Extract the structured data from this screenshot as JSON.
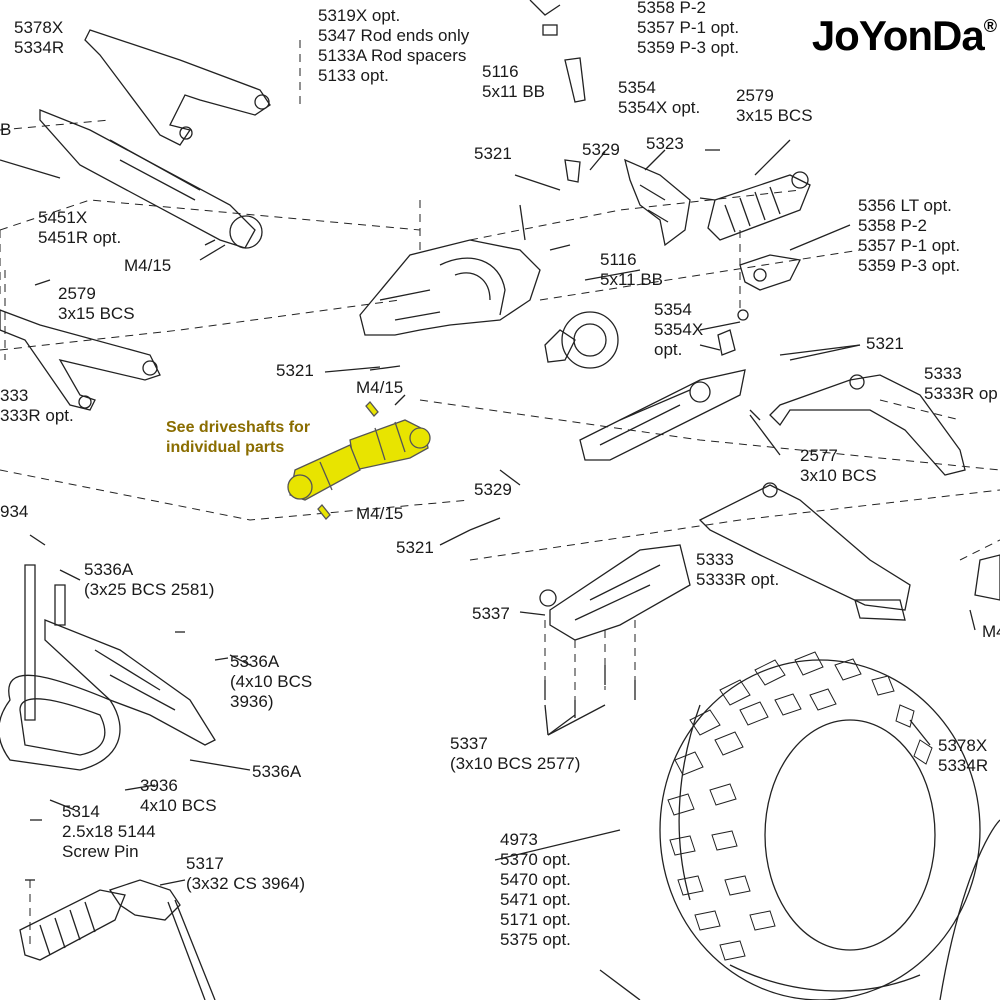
{
  "brand": {
    "name": "JoYonDa",
    "mark": "®"
  },
  "colors": {
    "highlight": "#e8e400",
    "line": "#222222",
    "callout": "#8a6d00"
  },
  "labels": {
    "l5378x_top": [
      "5378X",
      "5334R"
    ],
    "l5319x": [
      "5319X opt.",
      "5347 Rod ends only",
      "5133A Rod spacers",
      "5133 opt."
    ],
    "l5358_top": [
      "5358 P-2",
      "5357 P-1 opt.",
      "5359 P-3 opt."
    ],
    "l5116_top": [
      "5116",
      "5x11 BB"
    ],
    "l5354_top": [
      "5354",
      "5354X opt."
    ],
    "l2579_top": [
      "2579",
      "3x15 BCS"
    ],
    "lB": [
      "B"
    ],
    "l5321_a": [
      "5321"
    ],
    "l5329_a": [
      "5329"
    ],
    "l5323": [
      "5323"
    ],
    "l5451x": [
      "5451X",
      "5451R opt."
    ],
    "lm415_a": [
      "M4/15"
    ],
    "l2579_left": [
      "2579",
      "3x15 BCS"
    ],
    "l5356": [
      "5356 LT opt.",
      "5358 P-2",
      "5357 P-1 opt.",
      "5359 P-3 opt."
    ],
    "l5116_mid": [
      "5116",
      "5x11 BB"
    ],
    "l5354_mid": [
      "5354",
      "5354X",
      "opt."
    ],
    "l5321_b": [
      "5321"
    ],
    "l5321_c": [
      "5321"
    ],
    "l333": [
      "333",
      "333R opt."
    ],
    "l5333_right": [
      "5333",
      "5333R op"
    ],
    "lm415_b": [
      "M4/15"
    ],
    "l2577": [
      "2577",
      "3x10 BCS"
    ],
    "l5329_b": [
      "5329"
    ],
    "lm415_c": [
      "M4/15"
    ],
    "l934": [
      "934"
    ],
    "l5321_d": [
      "5321"
    ],
    "l5336a_top": [
      "5336A",
      "(3x25 BCS 2581)"
    ],
    "l5333_mid": [
      "5333",
      "5333R opt."
    ],
    "l5337": [
      "5337"
    ],
    "l5336a_mid": [
      "5336A",
      "(4x10 BCS",
      "3936)"
    ],
    "lm4_right": [
      "M4"
    ],
    "l5336a_low": [
      "5336A"
    ],
    "l3936": [
      "3936",
      "4x10 BCS"
    ],
    "l5337_b": [
      "5337",
      "(3x10 BCS 2577)"
    ],
    "l5378x_right": [
      "5378X",
      "5334R"
    ],
    "l5314": [
      "5314",
      "2.5x18 5144",
      "Screw Pin"
    ],
    "l4973": [
      "4973",
      "5370 opt.",
      "5470 opt.",
      "5471 opt.",
      "5171 opt.",
      "5375 opt."
    ],
    "l5317": [
      "5317",
      "(3x32 CS 3964)"
    ]
  },
  "callout": [
    "See driveshafts for",
    "individual parts"
  ]
}
